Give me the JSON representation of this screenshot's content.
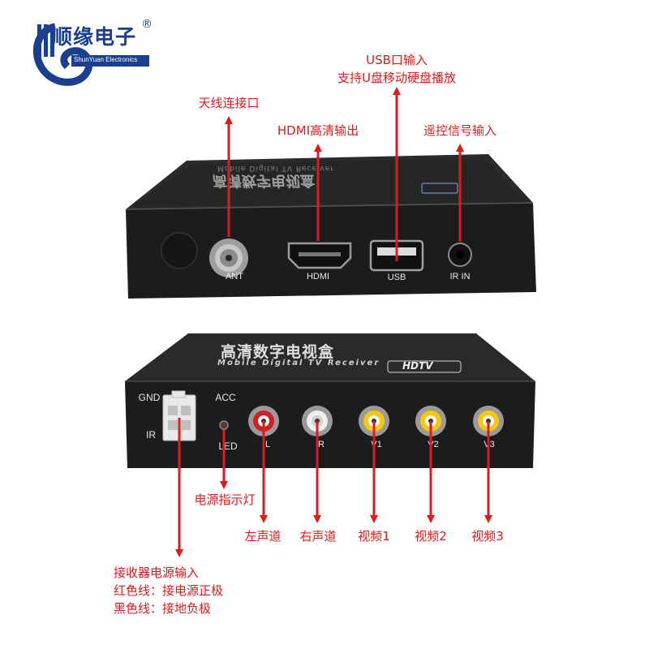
{
  "brand": {
    "name": "顺缘电子",
    "registered": "®",
    "english": "ShunYuan Electronics"
  },
  "top_device": {
    "top_text": "高清数字电视盒",
    "top_text_en": "Mobile Digital TV Receiver",
    "ports": {
      "ant": "ANT",
      "hdmi": "HDMI",
      "usb": "USB",
      "irin": "IR IN"
    },
    "callouts": {
      "antenna": "天线连接口",
      "hdmi": "HDMI高清输出",
      "usb_line1": "USB口输入",
      "usb_line2": "支持U盘移动硬盘播放",
      "ir": "遥控信号输入"
    }
  },
  "bottom_device": {
    "top_text": "高清数字电视盒",
    "top_text_en": "Mobile Digital TV Receiver",
    "badge": "HDTV",
    "ports": {
      "gnd": "GND",
      "acc": "ACC",
      "ir": "IR",
      "led": "LED",
      "l": "L",
      "r": "R",
      "v1": "V1",
      "v2": "V2",
      "v3": "V3"
    },
    "callouts": {
      "led": "电源指示灯",
      "left_audio": "左声道",
      "right_audio": "右声道",
      "video1": "视频1",
      "video2": "视频2",
      "video3": "视频3",
      "power_line1": "接收器电源输入",
      "power_line2": "红色线：接电源正极",
      "power_line3": "黑色线：接地负极"
    }
  },
  "colors": {
    "arrow": "#e0191b",
    "device": "#1f1f1f",
    "brand": "#1a3f8f"
  }
}
